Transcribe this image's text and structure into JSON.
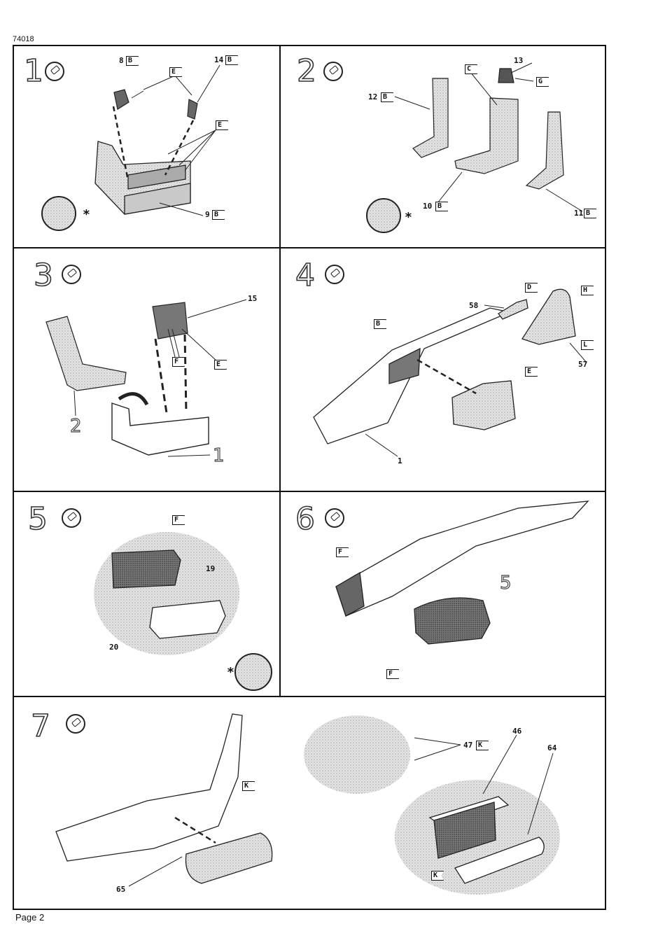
{
  "header": {
    "catalog_code": "74018"
  },
  "footer": {
    "page_label": "Page 2"
  },
  "steps": [
    {
      "number": "1",
      "labels": [
        "8",
        "14",
        "9"
      ],
      "flags": [
        "B",
        "B",
        "E",
        "E",
        "B"
      ]
    },
    {
      "number": "2",
      "labels": [
        "13",
        "12",
        "10",
        "11"
      ],
      "flags": [
        "C",
        "G",
        "B",
        "B",
        "B"
      ]
    },
    {
      "number": "3",
      "labels": [
        "15",
        "2",
        "1"
      ],
      "flags": [
        "F",
        "E"
      ]
    },
    {
      "number": "4",
      "labels": [
        "58",
        "57",
        "1"
      ],
      "flags": [
        "D",
        "H",
        "B",
        "L",
        "E"
      ]
    },
    {
      "number": "5",
      "labels": [
        "19",
        "20"
      ],
      "flags": [
        "F"
      ]
    },
    {
      "number": "6",
      "labels": [
        "5"
      ],
      "flags": [
        "F",
        "F"
      ]
    },
    {
      "number": "7",
      "labels": [
        "46",
        "64",
        "47",
        "65"
      ],
      "flags": [
        "K",
        "K",
        "K"
      ]
    }
  ],
  "symbols": {
    "glue_icon": "glue-tube-icon",
    "mirror_icon": "mirror-pair-icon",
    "star": "*"
  }
}
